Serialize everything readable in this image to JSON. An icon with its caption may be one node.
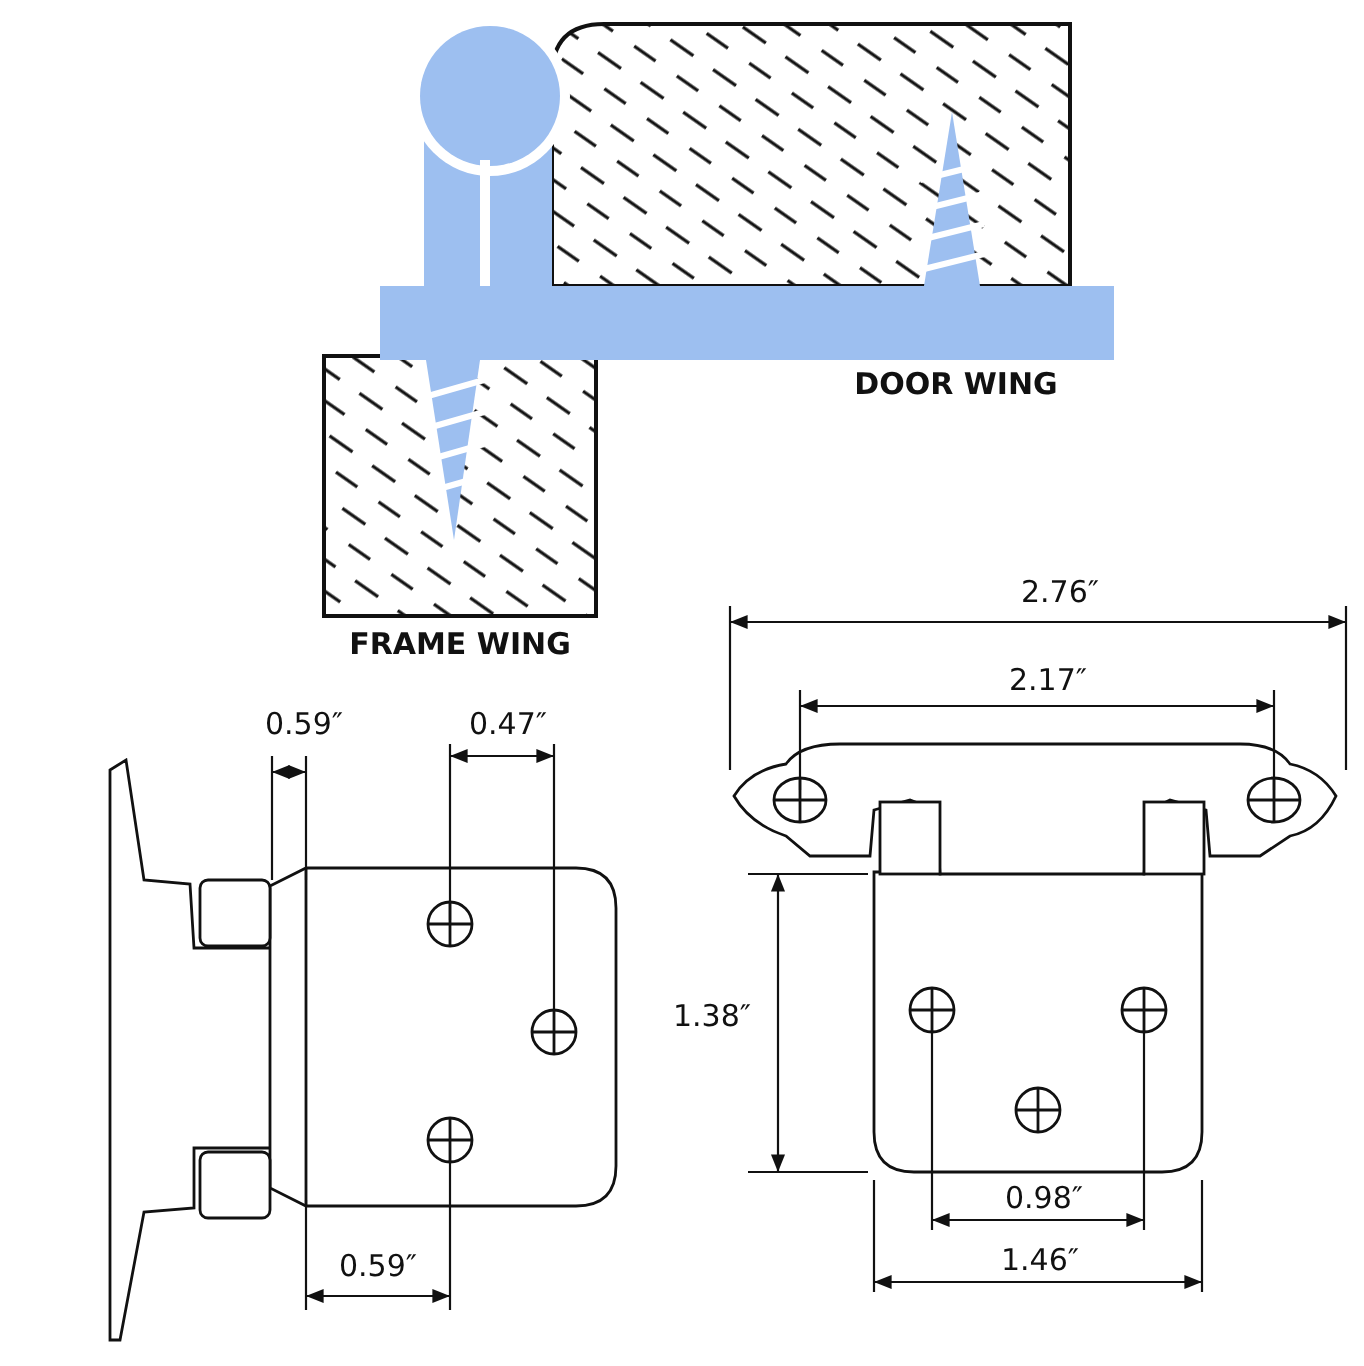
{
  "diagram": {
    "labels": [
      "DOOR WING",
      "FRAME WING",
      "2.76″",
      "2.17″",
      "0.59″",
      "0.47″",
      "1.38″",
      "0.98″",
      "0.59″",
      "1.46″"
    ]
  }
}
